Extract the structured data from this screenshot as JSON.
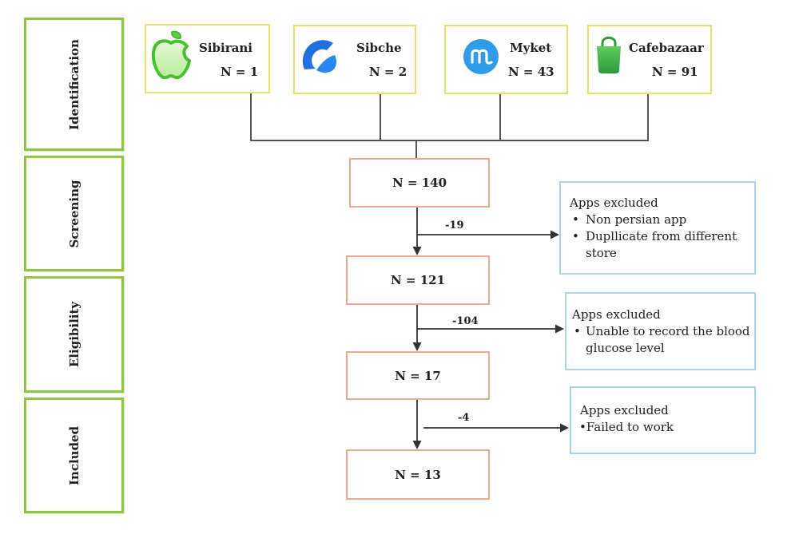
{
  "stages": [
    "Identification",
    "Screening",
    "Eligibility",
    "Included"
  ],
  "sources": [
    {
      "name": "Sibirani",
      "count": "N = 1",
      "icon": "sibirani-apple-icon"
    },
    {
      "name": "Sibche",
      "count": "N = 2",
      "icon": "sibche-logo-icon"
    },
    {
      "name": "Myket",
      "count": "N = 43",
      "icon": "myket-logo-icon"
    },
    {
      "name": "Cafebazaar",
      "count": "N = 91",
      "icon": "cafebazaar-bag-icon"
    }
  ],
  "flow": [
    {
      "label": "N = 140"
    },
    {
      "label": "N = 121"
    },
    {
      "label": "N = 17"
    },
    {
      "label": "N = 13"
    }
  ],
  "exclusions": [
    {
      "count": "-19",
      "title": "Apps excluded",
      "bullet": "•",
      "items": [
        "Non persian app",
        "Dupllicate from different store"
      ]
    },
    {
      "count": "-104",
      "title": "Apps excluded",
      "bullet": "•",
      "items": [
        "Unable to record the blood glucose level"
      ]
    },
    {
      "count": "-4",
      "title": "Apps excluded",
      "bullet": "•",
      "items": [
        "Failed to work"
      ]
    }
  ],
  "colors": {
    "stage_border": "#8dc63f",
    "source_border": "#f3dd6a",
    "flow_border": "#f2a88c",
    "exclusion_border": "#a8d4ef",
    "connector": "#555555",
    "arrow": "#333333",
    "text": "#222222"
  }
}
